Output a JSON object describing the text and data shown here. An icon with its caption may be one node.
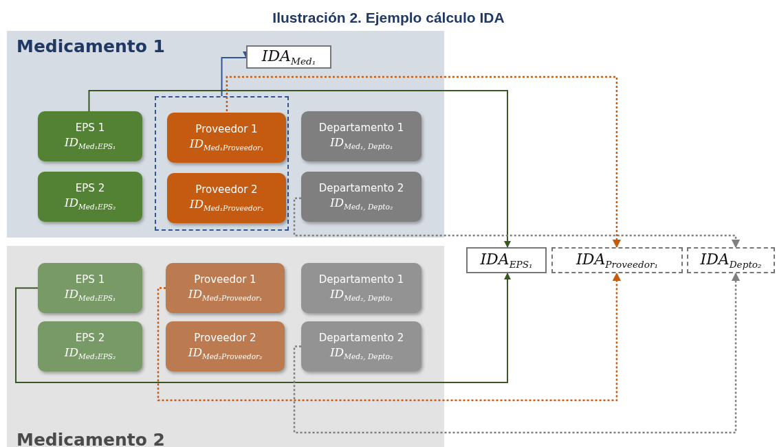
{
  "diagram": {
    "title": "Ilustración 2. Ejemplo cálculo IDA",
    "nodes": [
      {
        "text": [
          "Medicamento 1"
        ]
      },
      {
        "text": [
          "EPS 1",
          "ID$_{Med₁EPS₁}$"
        ],
        "in": 0
      },
      {
        "text": [
          "EPS 2",
          "ID$_{Med₁EPS₂}$"
        ],
        "in": 0
      },
      {
        "text": [],
        "shape": "box",
        "in": 0
      },
      {
        "text": [
          "Proveedor 1",
          "ID$_{Med₁Proveedor₁}$"
        ],
        "in": 3
      },
      {
        "text": [
          "Proveedor 2",
          "ID$_{Med₁Proveedor₂}$"
        ],
        "in": 3
      },
      {
        "text": [
          "Departamento 1",
          "ID$_{Med₁, Depto₁}$"
        ],
        "in": 0
      },
      {
        "text": [
          "Departamento 2",
          "ID$_{Med₁, Depto₂}$"
        ],
        "in": 0
      },
      {
        "text": [
          "IDA$_{Med₁}$"
        ],
        "in": 0
      },
      {
        "text": [
          "Medicamento 2"
        ]
      },
      {
        "text": [
          "EPS 1",
          "ID$_{Med₂EPS₁}$"
        ],
        "in": 9
      },
      {
        "text": [
          "EPS 2",
          "ID$_{Med₂EPS₂}$"
        ],
        "in": 9
      },
      {
        "text": [
          "Proveedor 1",
          "ID$_{Med₂Proveedor₁}$"
        ],
        "in": 9
      },
      {
        "text": [
          "Proveedor 2",
          "ID$_{Med₂Proveedor₂}$"
        ],
        "in": 9
      },
      {
        "text": [
          "Departamento 1",
          "ID$_{Med₂, Depto₁}$"
        ],
        "in": 9
      },
      {
        "text": [
          "Departamento 2",
          "ID$_{Med₂, Depto₂}$"
        ],
        "in": 9
      },
      {
        "text": [
          "IDA$_{EPS₁}$"
        ]
      },
      {
        "text": [
          "IDA$_{Proveedor₁}$"
        ]
      },
      {
        "text": [
          "IDA$_{Depto₂}$"
        ]
      }
    ],
    "edges": [
      {
        "from": 3,
        "to": 8,
        "arrow": "to",
        "color": "#2f5597"
      },
      {
        "from": 1,
        "to": 16,
        "arrow": "to",
        "color": "#385723"
      },
      {
        "from": 4,
        "to": 17,
        "arrow": "to",
        "color": "#c55a11",
        "style": "dashed"
      },
      {
        "from": 7,
        "to": 18,
        "arrow": "to",
        "color": "#7f7f7f",
        "style": "dashed"
      },
      {
        "from": 10,
        "to": 16,
        "arrow": "to",
        "color": "#385723"
      },
      {
        "from": 12,
        "to": 17,
        "arrow": "to",
        "color": "#c55a11",
        "style": "dashed"
      },
      {
        "from": 15,
        "to": 18,
        "arrow": "to",
        "color": "#7f7f7f",
        "style": "dashed"
      }
    ]
  }
}
